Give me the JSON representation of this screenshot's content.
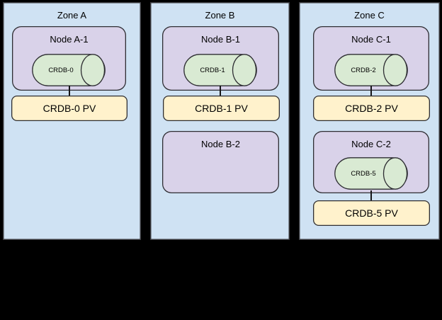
{
  "diagram": {
    "description": "CockroachDB pods scheduled on Kubernetes nodes across availability zones with persistent volumes",
    "colors": {
      "background": "#000000",
      "zone_fill": "#cfe2f3",
      "node_fill": "#d9d2e9",
      "pod_fill": "#d9ead3",
      "pv_fill": "#fff2cc",
      "stroke": "#2e2e33"
    },
    "zones": [
      {
        "label": "Zone A",
        "nodes": [
          {
            "label": "Node A-1",
            "pod": {
              "label": "CRDB-0"
            }
          }
        ],
        "pvs": [
          {
            "label": "CRDB-0 PV"
          }
        ]
      },
      {
        "label": "Zone B",
        "nodes": [
          {
            "label": "Node B-1",
            "pod": {
              "label": "CRDB-1"
            }
          },
          {
            "label": "Node B-2"
          }
        ],
        "pvs": [
          {
            "label": "CRDB-1 PV"
          }
        ]
      },
      {
        "label": "Zone C",
        "nodes": [
          {
            "label": "Node C-1",
            "pod": {
              "label": "CRDB-2"
            }
          },
          {
            "label": "Node C-2",
            "pod": {
              "label": "CRDB-5"
            }
          }
        ],
        "pvs": [
          {
            "label": "CRDB-2 PV"
          },
          {
            "label": "CRDB-5 PV"
          }
        ]
      }
    ]
  }
}
